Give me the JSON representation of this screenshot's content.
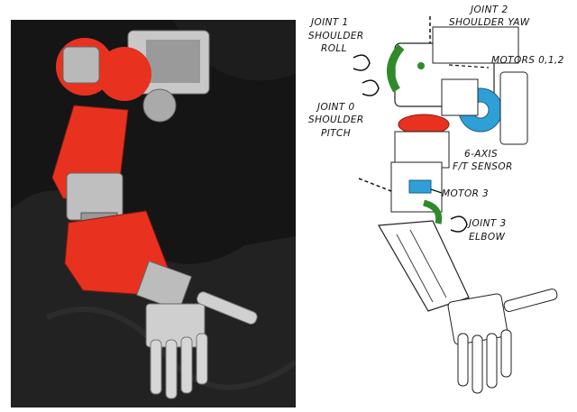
{
  "figure": {
    "photo_alt": "robot arm photograph",
    "drawing_alt": "robot arm line drawing"
  },
  "labels": {
    "joint1": "JOINT 1",
    "joint1_desc_a": "SHOULDER",
    "joint1_desc_b": "ROLL",
    "joint2": "JOINT 2",
    "joint2_desc": "SHOULDER YAW",
    "motors": "MOTORS 0,1,2",
    "joint0": "JOINT 0",
    "joint0_desc_a": "SHOULDER",
    "joint0_desc_b": "PITCH",
    "sensor_a": "6-AXIS",
    "sensor_b": "F/T SENSOR",
    "motor3": "MOTOR 3",
    "joint3": "JOINT 3",
    "joint3_desc": "ELBOW"
  },
  "colors": {
    "photo_background": "#151515",
    "arm_red": "#e8321f",
    "metal": "#b9b9b9",
    "accent_green": "#2f8a2a",
    "accent_blue": "#2f9fd8",
    "accent_red": "#e8321f"
  }
}
